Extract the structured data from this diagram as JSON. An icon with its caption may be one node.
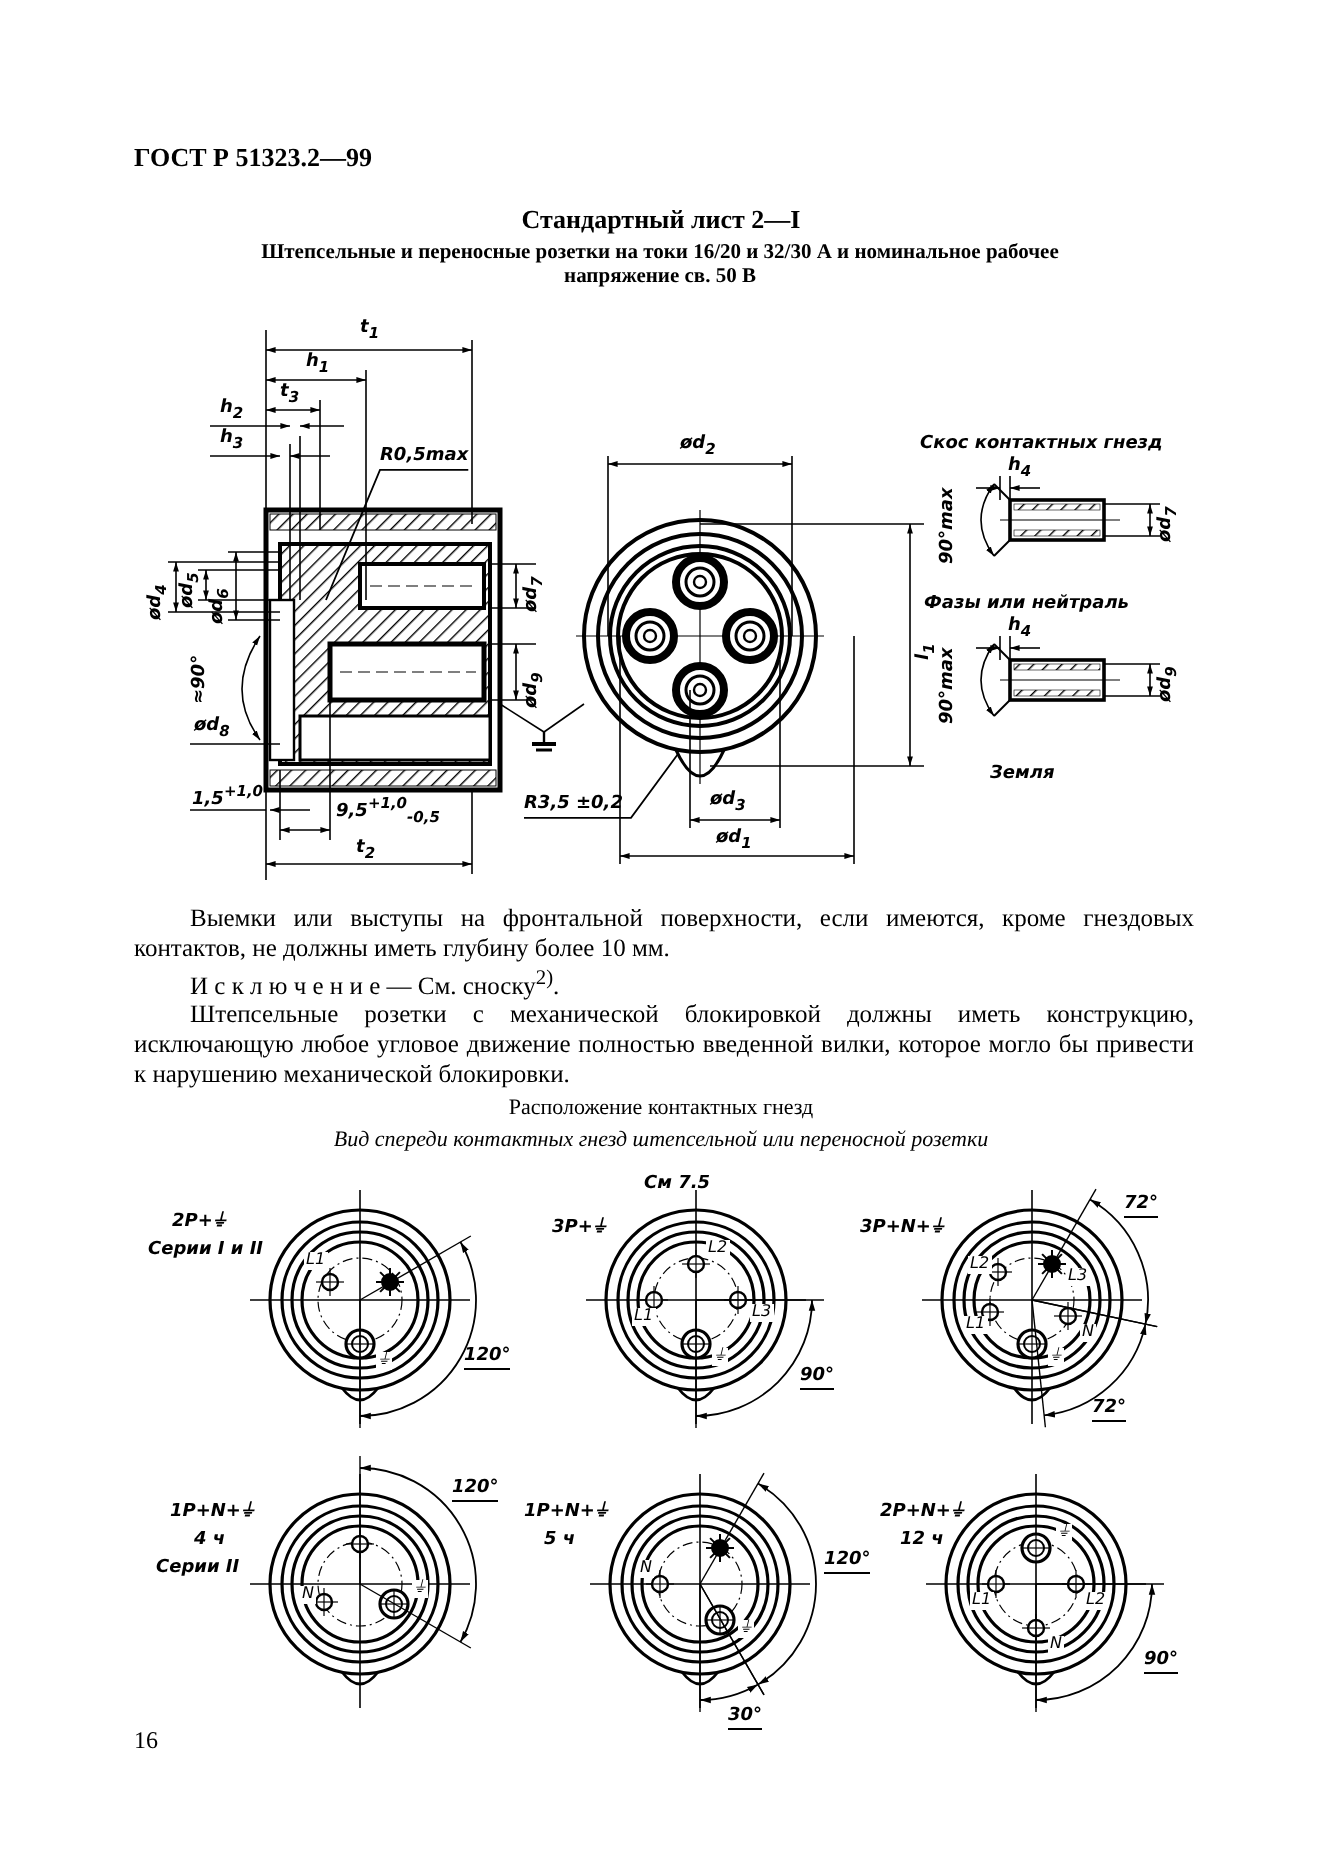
{
  "diagram": {
    "title": "Стандартный лист 2—I",
    "nodes": [
      {
        "text": [
          "R0,5max"
        ]
      },
      {
        "text": [
          "R3,5 ±0,2"
        ]
      }
    ],
    "edges": [
      {
        "from": 0,
        "to": null,
        "arrow": "none"
      },
      {
        "from": 1,
        "to": null,
        "arrow": "none"
      }
    ],
    "labels": [
      "ГОСТ Р 51323.2—99",
      "Штепсельные и переносные розетки на токи 16/20 и 32/30 А и номинальное рабочее напряжение св. 50 В",
      "t$_{1}$",
      "h$_{1}$",
      "t$_{3}$",
      "h$_{2}$",
      "h$_{3}$",
      "ød$_{4}$",
      "ød$_{5}$",
      "ød$_{6}$",
      "ød$_{7}$",
      "≈90°",
      "ød$_{8}$",
      "ød$_{9}$",
      "1,5$^{+1,0}$",
      "9,5$^{+1,0}$$_{-0,5}$",
      "t$_{2}$",
      "ød$_{2}$",
      "l$_{1}$",
      "ød$_{3}$",
      "ød$_{1}$",
      "Скос контактных гнезд",
      "h$_{4}$",
      "ød$_{7}$",
      "90°max",
      "Фазы или нейтраль",
      "h$_{4}$",
      "ød$_{9}$",
      "90°max",
      "Земля",
      "Выемки или выступы на фронтальной поверхности, если имеются, кроме гнездовых контактов, не должны иметь глубину более 10 мм.",
      "И с к л ю ч е н и е — См. сноску$^{2)}$.",
      "Штепсельные розетки с механической блокировкой должны иметь конструкцию, исключающую любое угловое движение полностью введенной вилки, которое могло бы привести к нарушению механической блокировки.",
      "Расположение контактных гнезд",
      "Вид спереди контактных гнезд штепсельной или переносной розетки",
      "См 7.5",
      "2P+⏚",
      "Серии I и II",
      "L1",
      "⏚",
      "120°",
      "3P+⏚",
      "L2",
      "L1",
      "L3",
      "⏚",
      "90°",
      "3P+N+⏚",
      "72°",
      "L2",
      "L3",
      "L1",
      "N",
      "⏚",
      "72°",
      "1P+N+⏚",
      "4 ч",
      "Серии II",
      "120°",
      "N",
      "⏚",
      "1P+N+⏚",
      "5 ч",
      "120°",
      "N",
      "⏚",
      "30°",
      "2P+N+⏚",
      "12 ч",
      "⏚",
      "L1",
      "L2",
      "N",
      "90°",
      "16"
    ]
  }
}
